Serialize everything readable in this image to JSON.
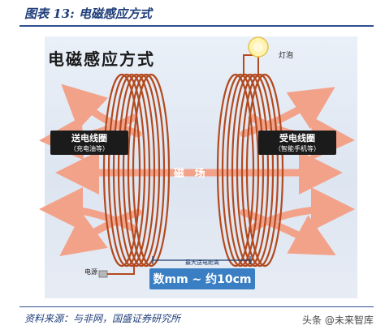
{
  "figure": {
    "caption": "图表 13:  电磁感应方式",
    "diagram_title": "电磁感应方式",
    "lamp_label": "灯泡",
    "power_label": "电源",
    "field_label": "磁 场",
    "sender": {
      "main": "送电线圈",
      "sub": "（充电油等）"
    },
    "receiver": {
      "main": "受电线圈",
      "sub": "（智能手机等）"
    },
    "distance": {
      "title": "最大送电距离",
      "value": "数mm ~ 约10cm"
    }
  },
  "footer": {
    "source": "资料来源：与非网，国盛证券研究所",
    "watermark": "头条 @未来智库"
  },
  "colors": {
    "coil": "#b34a1f",
    "arrow": "#f3a28a",
    "caption": "#1f3e7a",
    "distance_box": "#3a7fc4"
  }
}
